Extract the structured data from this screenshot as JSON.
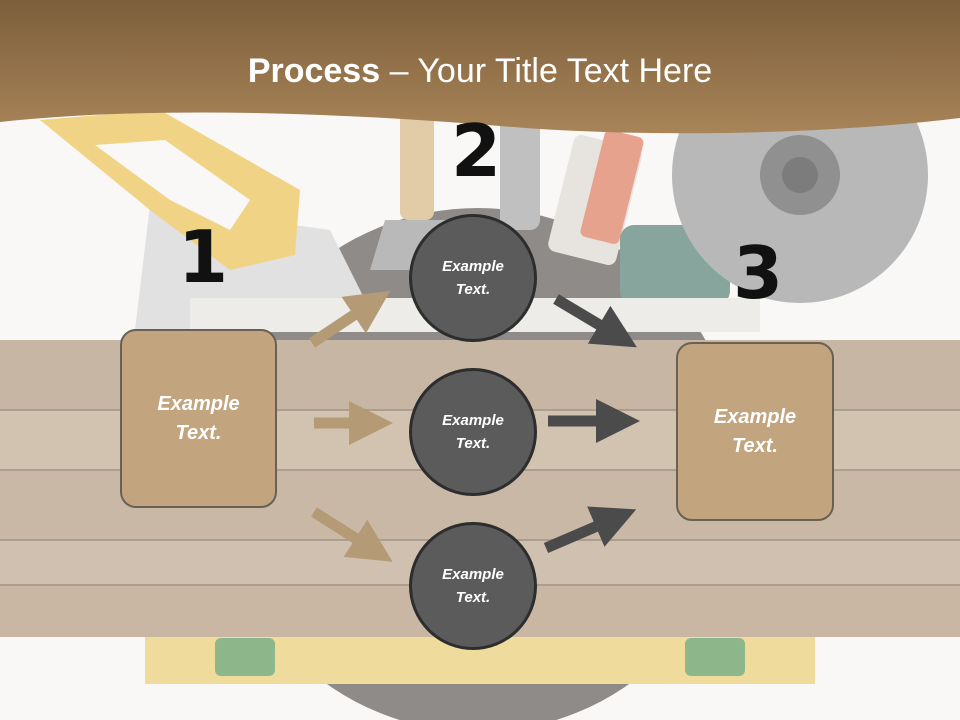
{
  "slide": {
    "title_bold": "Process",
    "title_dash": "–",
    "title_rest": "Your Title Text Here",
    "numbers": {
      "n1": "1",
      "n2": "2",
      "n3": "3"
    },
    "left_box": "Example\nText.",
    "right_box": "Example\nText.",
    "circles": {
      "top": "Example\nText.",
      "middle": "Example\nText.",
      "bottom": "Example\nText."
    }
  },
  "colors": {
    "header_band": "#8f6c43",
    "box_fill": "#c2a47f",
    "circle_fill": "#5b5b5b",
    "left_arrows": "#b59a76",
    "right_arrows": "#4b4b4b",
    "number_text": "#111111"
  },
  "background_icons": [
    "hand-saw-icon",
    "scraper-icon",
    "wrench-icon",
    "glue-tube-icon",
    "angle-grinder-icon",
    "saw-blade-icon",
    "spirit-level-icon",
    "wood-planks-icon"
  ]
}
